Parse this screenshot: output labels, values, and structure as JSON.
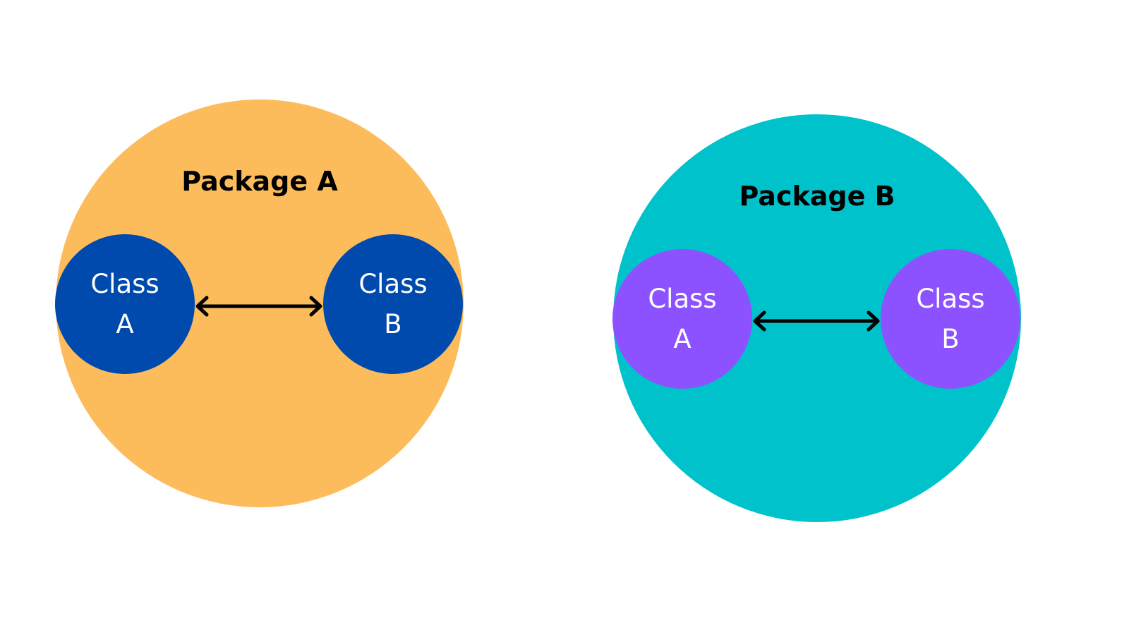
{
  "packages": [
    {
      "title": "Package A",
      "color": "#FCBC5C",
      "node_color": "#004AAD",
      "classes": [
        {
          "line1": "Class",
          "line2": "A"
        },
        {
          "line1": "Class",
          "line2": "B"
        }
      ]
    },
    {
      "title": "Package B",
      "color": "#00C2CB",
      "node_color": "#8C52FF",
      "classes": [
        {
          "line1": "Class",
          "line2": "A"
        },
        {
          "line1": "Class",
          "line2": "B"
        }
      ]
    }
  ],
  "connector": {
    "type": "bidirectional-arrow",
    "color": "#000000"
  }
}
